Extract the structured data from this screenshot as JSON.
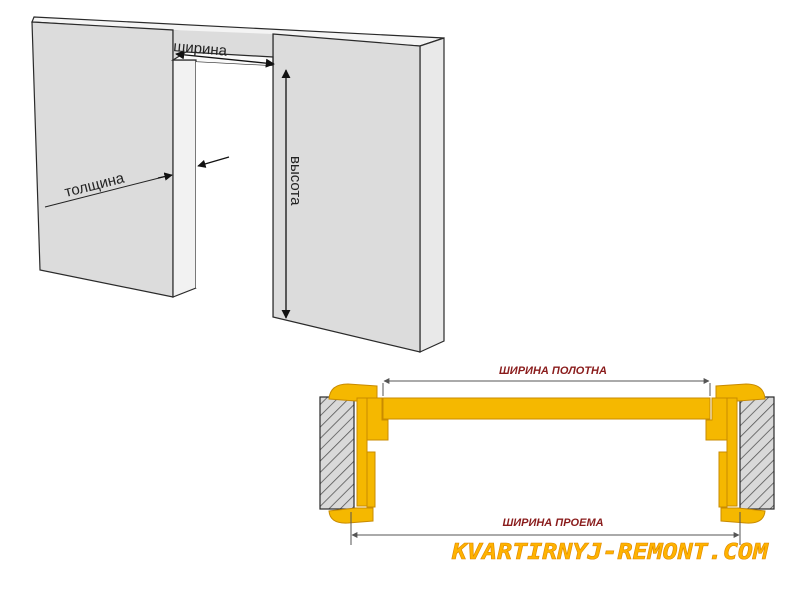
{
  "wall_diagram": {
    "label_width": "ширина",
    "label_thickness": "толщина",
    "label_height": "высота"
  },
  "frame_diagram": {
    "label_leaf_width": "ШИРИНА ПОЛОТНА",
    "label_opening_width": "ШИРИНА ПРОЕМА"
  },
  "watermark": "KVARTIRNYJ-REMONT.COM",
  "colors": {
    "wall_front": "#dcdcdc",
    "wall_top": "#f4f4f4",
    "wall_side": "#e9e9e9",
    "outline": "#2a2a2a",
    "door_wood": "#f5b800",
    "door_wood_dark": "#c98b00",
    "label_red": "#8a1c1c",
    "watermark": "#ffb300"
  }
}
